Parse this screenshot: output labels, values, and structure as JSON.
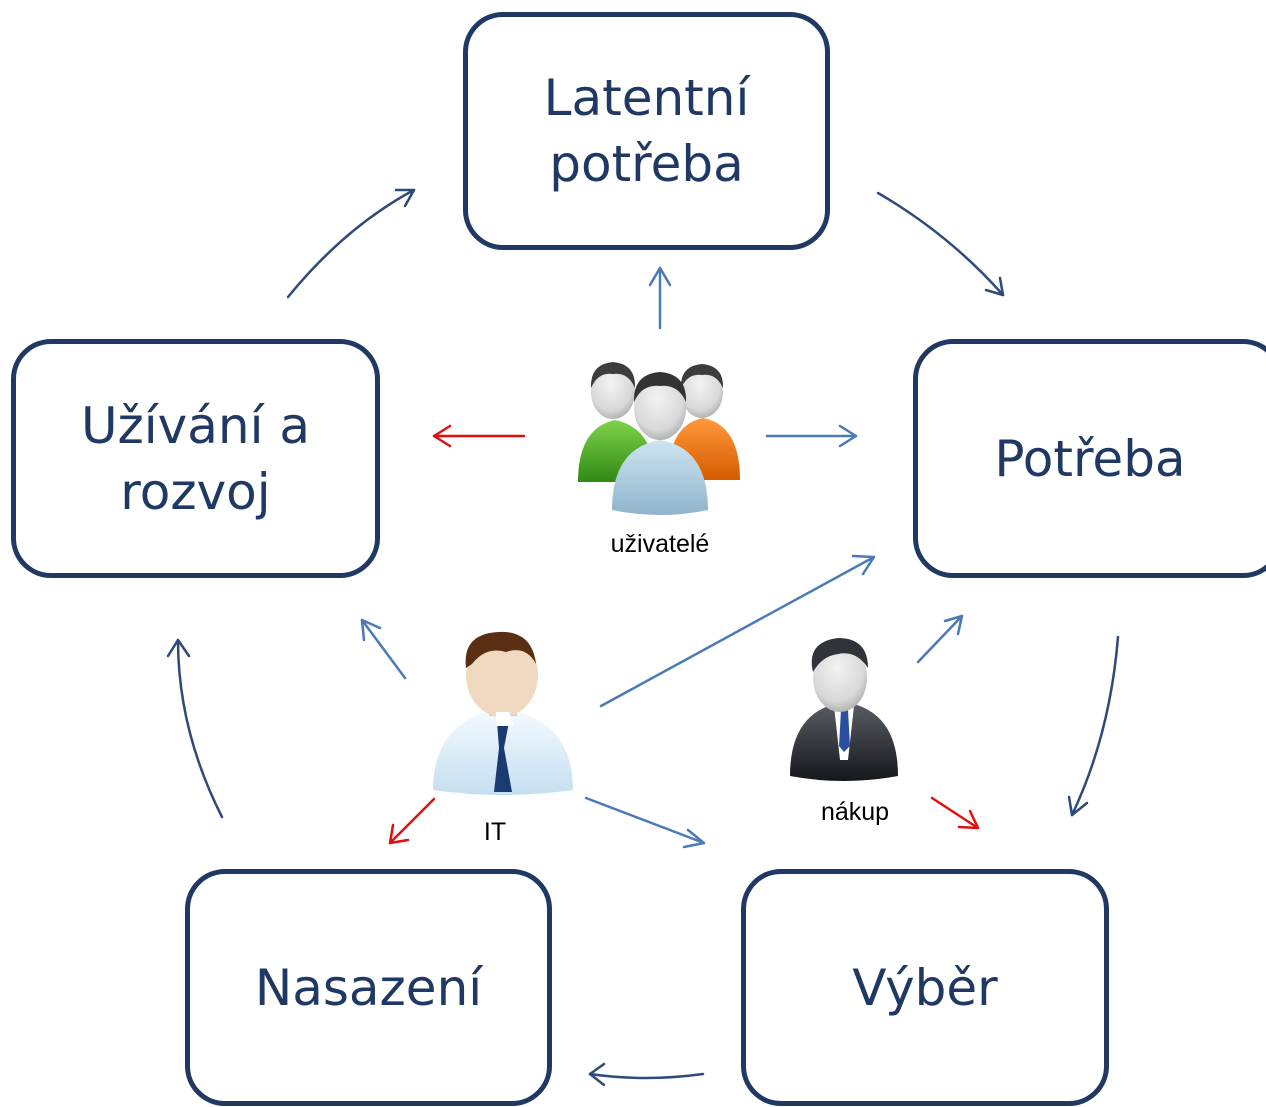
{
  "stages": {
    "latent_need": "Latentní\npotřeba",
    "need": "Potřeba",
    "selection": "Výběr",
    "deployment": "Nasazení",
    "usage": "Užívání a\nrozvoj"
  },
  "actors": {
    "users": "uživatelé",
    "it": "IT",
    "purchasing": "nákup"
  },
  "colors": {
    "box_border": "#1f3864",
    "cycle_arrow": "#2e4a7a",
    "actor_arrow_blue": "#4a7ab8",
    "actor_arrow_red": "#e01010"
  }
}
